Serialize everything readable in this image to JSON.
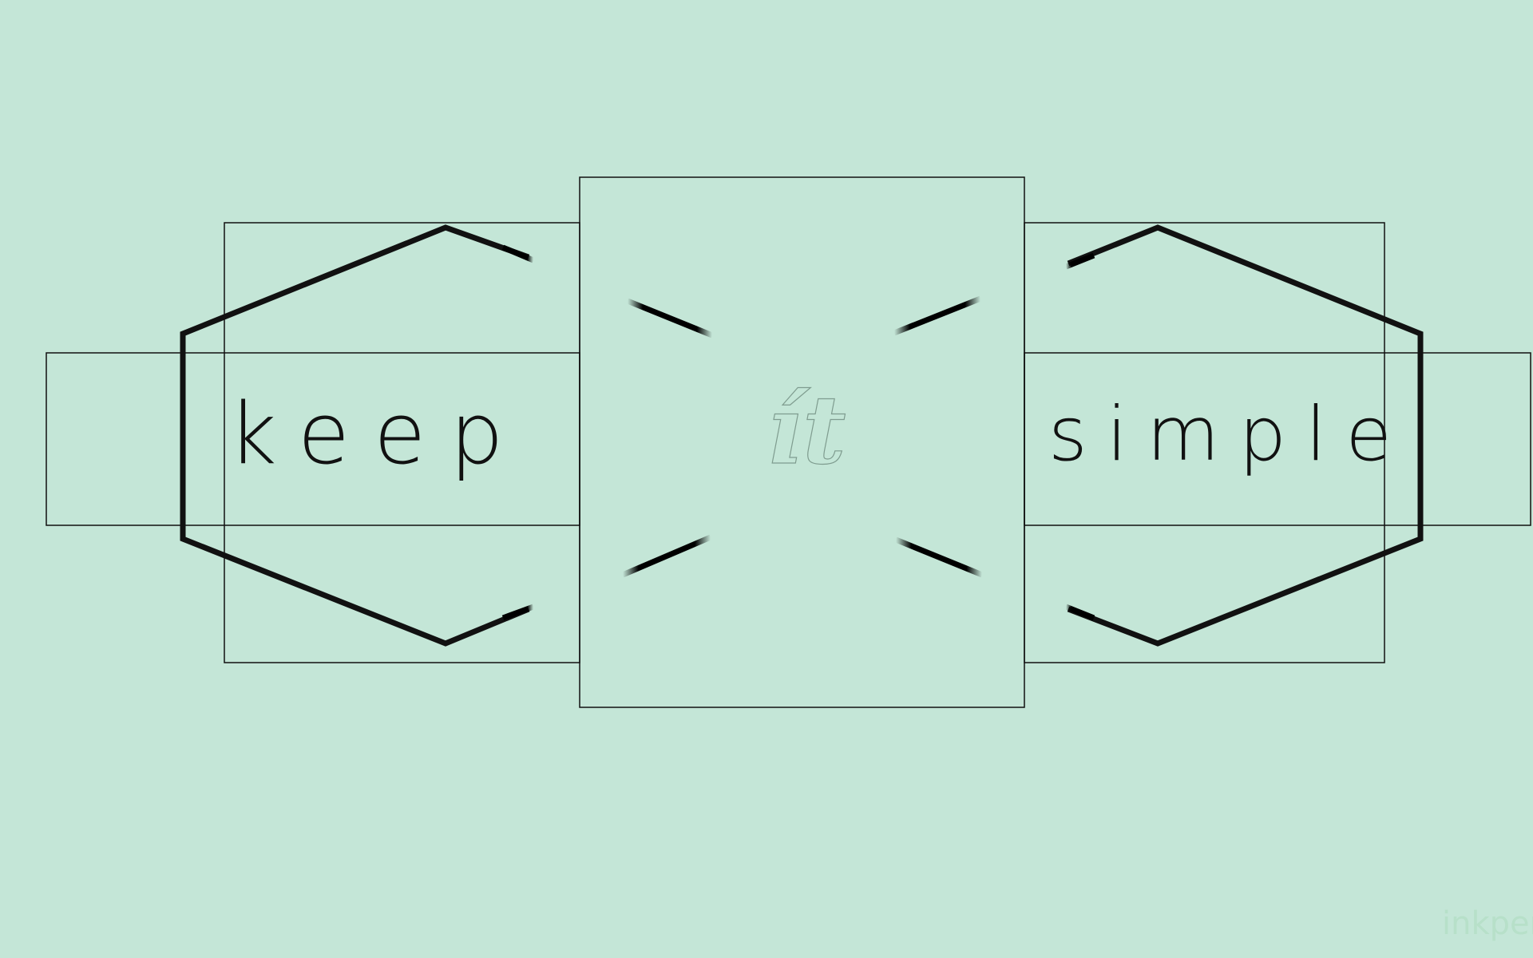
{
  "words": {
    "left": "keep",
    "center": "ít",
    "right": "simple"
  },
  "watermark": "inkper",
  "colors": {
    "background": "#c4e6d7",
    "lines": "#111111",
    "outline_text": "#7f9c8f",
    "watermark": "#b7e0c9"
  }
}
